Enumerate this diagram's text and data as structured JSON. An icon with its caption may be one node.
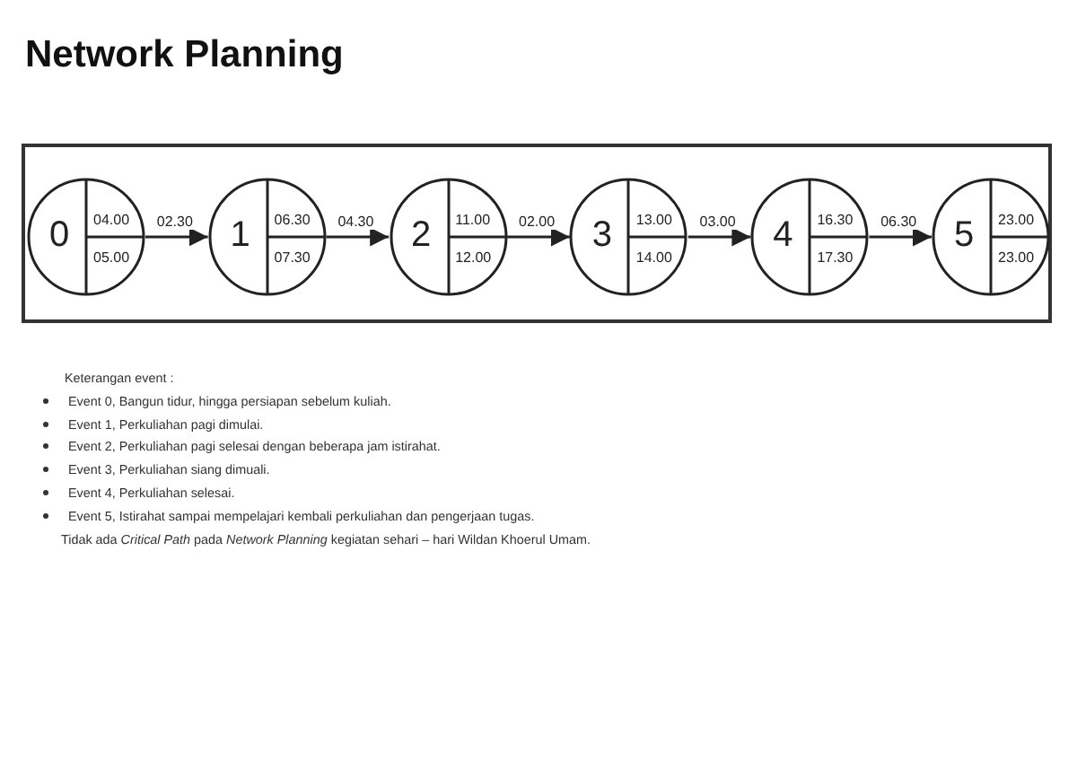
{
  "diagram": {
    "title": "Network Planning",
    "nodes": [
      {
        "text": [
          "0",
          "04.00",
          "05.00"
        ]
      },
      {
        "text": [
          "1",
          "06.30",
          "07.30"
        ]
      },
      {
        "text": [
          "2",
          "11.00",
          "12.00"
        ]
      },
      {
        "text": [
          "3",
          "13.00",
          "14.00"
        ]
      },
      {
        "text": [
          "4",
          "16.30",
          "17.30"
        ]
      },
      {
        "text": [
          "5",
          "23.00",
          "23.00"
        ]
      }
    ],
    "edges": [
      {
        "from": 0,
        "to": 1,
        "arrow": "to",
        "label": "02.30"
      },
      {
        "from": 1,
        "to": 2,
        "arrow": "to",
        "label": "04.30"
      },
      {
        "from": 2,
        "to": 3,
        "arrow": "to",
        "label": "02.00"
      },
      {
        "from": 3,
        "to": 4,
        "arrow": "to",
        "label": "03.00"
      },
      {
        "from": 4,
        "to": 5,
        "arrow": "to",
        "label": "06.30"
      }
    ],
    "labels": [
      "Keterangan event :",
      "Event 0, Bangun tidur, hingga persiapan sebelum kuliah.",
      "Event 1, Perkuliahan pagi dimulai.",
      "Event 2, Perkuliahan pagi selesai dengan beberapa jam istirahat.",
      "Event 3, Perkuliahan siang dimuali.",
      "Event 4, Perkuliahan selesai.",
      "Event 5, Istirahat sampai mempelajari kembali perkuliahan dan pengerjaan tugas.",
      "Tidak ada *Critical Path* pada *Network Planning* kegiatan sehari – hari Wildan Khoerul Umam."
    ]
  }
}
